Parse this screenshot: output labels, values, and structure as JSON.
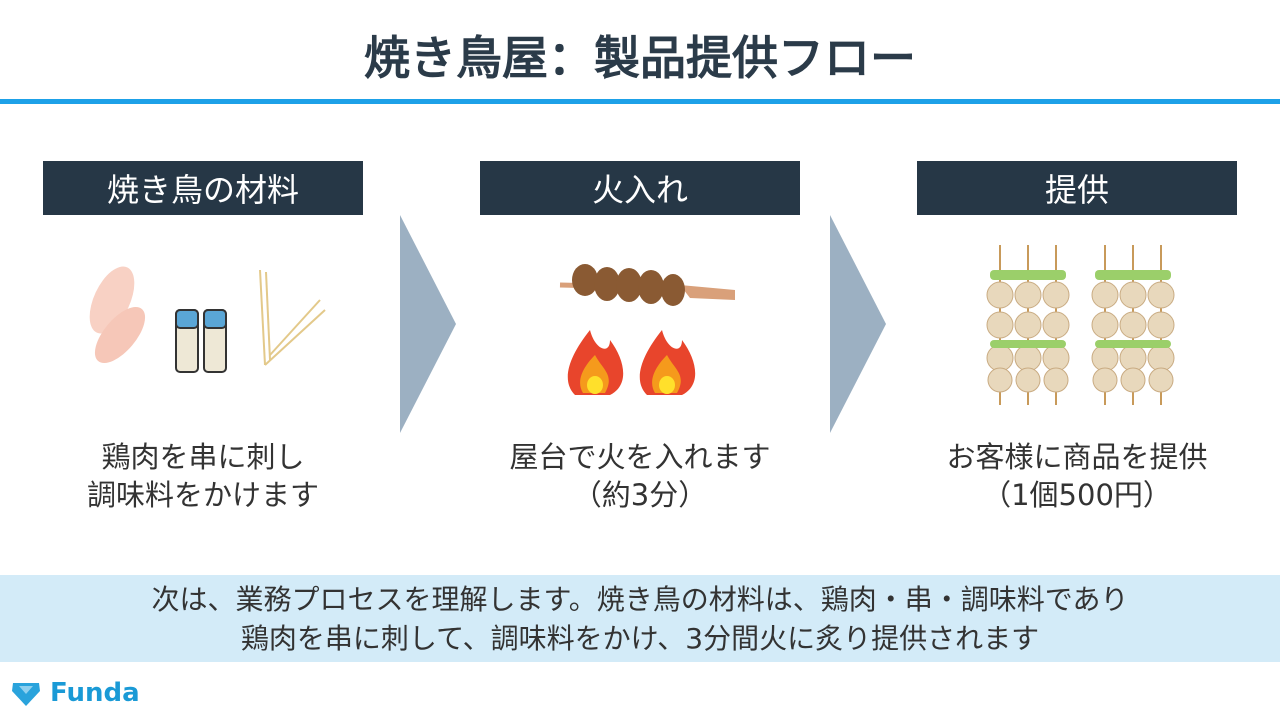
{
  "title": "焼き鳥屋：製品提供フロー",
  "steps": [
    {
      "header": "焼き鳥の材料",
      "desc_line1": "鶏肉を串に刺し",
      "desc_line2": "調味料をかけます"
    },
    {
      "header": "火入れ",
      "desc_line1": "屋台で火を入れます",
      "desc_line2": "（約3分）"
    },
    {
      "header": "提供",
      "desc_line1": "お客様に商品を提供",
      "desc_line2": "（1個500円）"
    }
  ],
  "summary": {
    "line1": "次は、業務プロセスを理解します。焼き鳥の材料は、鶏肉・串・調味料であり",
    "line2": "鶏肉を串に刺して、調味料をかけ、3分間火に炙り提供されます"
  },
  "logo": {
    "text": "Funda"
  },
  "colors": {
    "accent": "#1da1e8",
    "header_bg": "#263746",
    "arrow": "#9cb0c2",
    "band": "#d3ebf8"
  }
}
